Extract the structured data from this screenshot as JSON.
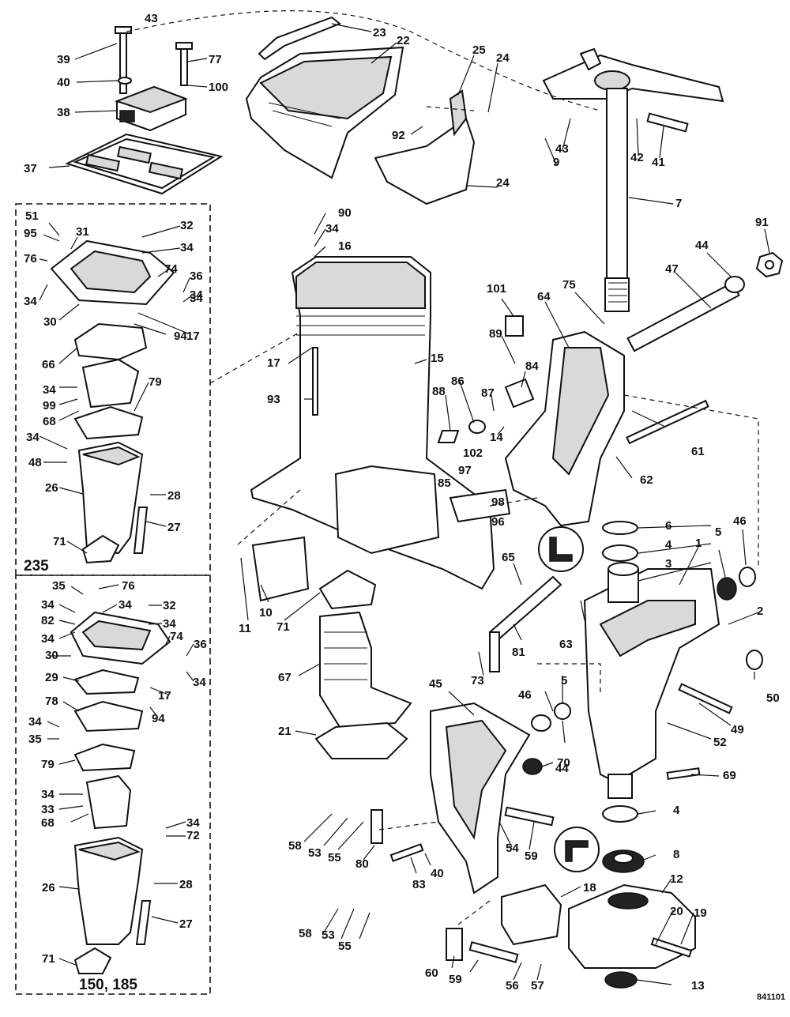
{
  "diagram": {
    "kit_labels": {
      "upper_kit": "235",
      "lower_kit": "150, 185"
    },
    "figure_id": "841101",
    "callouts": {
      "c1": "1",
      "c2": "2",
      "c3": "3",
      "c4a": "4",
      "c4b": "4",
      "c5a": "5",
      "c5b": "5",
      "c6": "6",
      "c7": "7",
      "c8": "8",
      "c9": "9",
      "c10": "10",
      "c11": "11",
      "c12": "12",
      "c13": "13",
      "c14": "14",
      "c15": "15",
      "c16": "16",
      "c17a": "17",
      "c17b": "17",
      "c17c": "17",
      "c18": "18",
      "c19": "19",
      "c20": "20",
      "c21": "21",
      "c22": "22",
      "c23": "23",
      "c24a": "24",
      "c24b": "24",
      "c25": "25",
      "c26a": "26",
      "c26b": "26",
      "c27a": "27",
      "c27b": "27",
      "c28a": "28",
      "c28b": "28",
      "c29": "29",
      "c30a": "30",
      "c30b": "30",
      "c31": "31",
      "c32a": "32",
      "c32b": "32",
      "c33": "33",
      "c34a": "34",
      "c34b": "34",
      "c34c": "34",
      "c34d": "34",
      "c34e": "34",
      "c34f": "34",
      "c34g": "34",
      "c34h": "34",
      "c34i": "34",
      "c34j": "34",
      "c34k": "34",
      "c34l": "34",
      "c34m": "34",
      "c34n": "34",
      "c34o": "34",
      "c35a": "35",
      "c35b": "35",
      "c36a": "36",
      "c36b": "36",
      "c37": "37",
      "c38": "38",
      "c39": "39",
      "c40a": "40",
      "c40b": "40",
      "c41": "41",
      "c42": "42",
      "c43a": "43",
      "c43b": "43",
      "c44a": "44",
      "c44b": "44",
      "c45": "45",
      "c46a": "46",
      "c46b": "46",
      "c47": "47",
      "c48": "48",
      "c49": "49",
      "c50": "50",
      "c51": "51",
      "c52": "52",
      "c53a": "53",
      "c53b": "53",
      "c54": "54",
      "c55a": "55",
      "c55b": "55",
      "c56": "56",
      "c57": "57",
      "c58a": "58",
      "c58b": "58",
      "c59a": "59",
      "c59b": "59",
      "c60": "60",
      "c61": "61",
      "c62": "62",
      "c63": "63",
      "c64": "64",
      "c65": "65",
      "c66": "66",
      "c67": "67",
      "c68a": "68",
      "c68b": "68",
      "c69": "69",
      "c70": "70",
      "c71a": "71",
      "c71b": "71",
      "c71c": "71",
      "c72": "72",
      "c73": "73",
      "c74a": "74",
      "c74b": "74",
      "c75": "75",
      "c76a": "76",
      "c76b": "76",
      "c77": "77",
      "c78": "78",
      "c79a": "79",
      "c79b": "79",
      "c80": "80",
      "c81": "81",
      "c82": "82",
      "c83": "83",
      "c84": "84",
      "c85": "85",
      "c86": "86",
      "c87": "87",
      "c88": "88",
      "c89": "89",
      "c90": "90",
      "c91": "91",
      "c92": "92",
      "c93": "93",
      "c94a": "94",
      "c94b": "94",
      "c95": "95",
      "c96": "96",
      "c97": "97",
      "c98": "98",
      "c99": "99",
      "c100": "100",
      "c101": "101",
      "c102": "102"
    }
  }
}
